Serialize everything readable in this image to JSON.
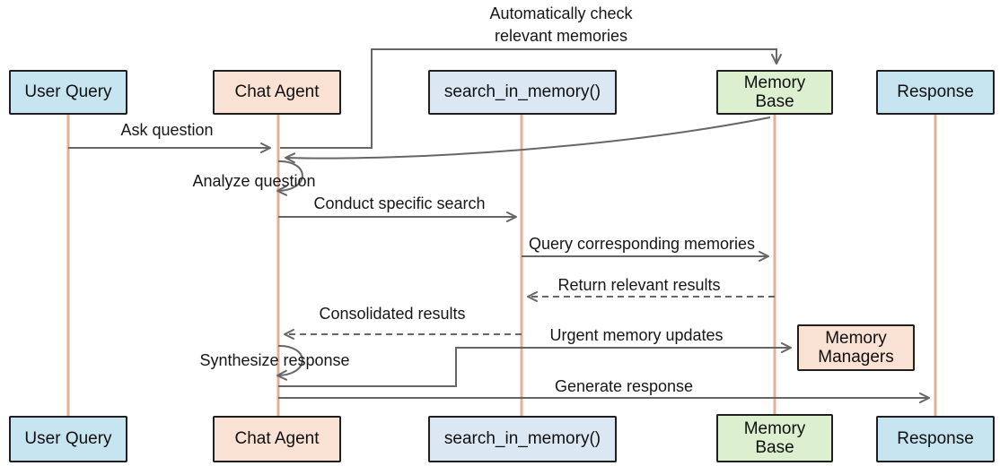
{
  "diagram_type": "sequence-diagram",
  "actors": [
    {
      "label": "User Query",
      "fill": "#C6E5F1"
    },
    {
      "label": "Chat Agent",
      "fill": "#F9E1D3"
    },
    {
      "label": "search_in_memory()",
      "fill": "#DBE8F4"
    },
    {
      "label": "Memory Base",
      "fill": "#DCEFCF"
    },
    {
      "label": "Response",
      "fill": "#C6E5F1"
    }
  ],
  "memory_managers": {
    "label": "Memory Managers",
    "fill": "#F9E1D3"
  },
  "messages": {
    "ask_question": {
      "label": "Ask question",
      "from": "User Query",
      "to": "Chat Agent",
      "style": "solid"
    },
    "auto_check": {
      "label": "Automatically check relevant memories",
      "from": "Chat Agent",
      "to": "Memory Base",
      "style": "solid-elbow"
    },
    "memory_base_return": {
      "label": "",
      "from": "Memory Base",
      "to": "Chat Agent",
      "style": "solid-curve"
    },
    "analyze_question": {
      "label": "Analyze question",
      "from": "Chat Agent",
      "to": "Chat Agent",
      "style": "self-loop"
    },
    "conduct_search": {
      "label": "Conduct specific search",
      "from": "Chat Agent",
      "to": "search_in_memory()",
      "style": "solid"
    },
    "query_memories": {
      "label": "Query corresponding memories",
      "from": "search_in_memory()",
      "to": "Memory Base",
      "style": "solid"
    },
    "return_results": {
      "label": "Return relevant results",
      "from": "Memory Base",
      "to": "search_in_memory()",
      "style": "dashed"
    },
    "consolidated_results": {
      "label": "Consolidated results",
      "from": "search_in_memory()",
      "to": "Chat Agent",
      "style": "dashed"
    },
    "urgent_updates": {
      "label": "Urgent memory updates",
      "from": "Chat Agent",
      "to": "Memory Managers",
      "style": "solid-elbow"
    },
    "synthesize_response": {
      "label": "Synthesize response",
      "from": "Chat Agent",
      "to": "Chat Agent",
      "style": "self-loop"
    },
    "generate_response": {
      "label": "Generate response",
      "from": "Chat Agent",
      "to": "Response",
      "style": "solid"
    }
  },
  "colors": {
    "lifeline": "#E3AF99",
    "arrow": "#666666",
    "box_border": "#1F1F1F",
    "background": "#FFFFFF",
    "text": "#161616"
  }
}
